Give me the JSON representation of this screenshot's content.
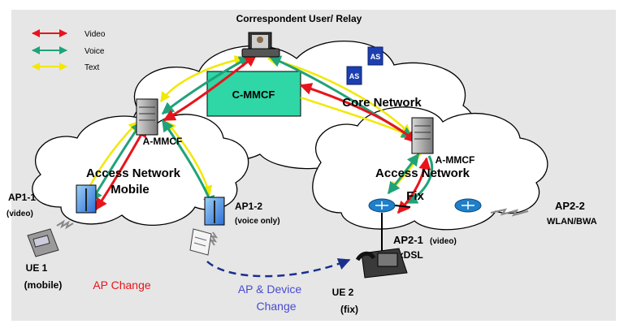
{
  "legend": [
    {
      "label": "Video",
      "color": "#e8141b"
    },
    {
      "label": "Voice",
      "color": "#1fa37a"
    },
    {
      "label": "Text",
      "color": "#f2e800"
    }
  ],
  "labels": {
    "correspondent": "Correspondent User/ Relay",
    "cmmcf": "C-MMCF",
    "core": "Core Network",
    "ammcf_left": "A-MMCF",
    "ammcf_right": "A-MMCF",
    "access_left_1": "Access Network",
    "access_left_2": "Mobile",
    "access_right_1": "Access Network",
    "access_right_2": "Fix",
    "as": "AS",
    "ap11": "AP1-1",
    "ap11_sub": "(video)",
    "ap12": "AP1-2",
    "ap12_sub": "(voice only)",
    "ap21": "AP2-1",
    "ap21_sub": "(video)",
    "ap21_sub2": "xDSL",
    "ap22": "AP2-2",
    "ap22_sub": "WLAN/BWA",
    "ue1": "UE 1",
    "ue1_sub": "(mobile)",
    "ue2": "UE 2",
    "ue2_sub": "(fix)",
    "ap_change": "AP Change",
    "ap_device_change_1": "AP & Device",
    "ap_device_change_2": "Change"
  },
  "colors": {
    "background": "#e6e6e6",
    "cloud": "#ffffff",
    "cmmcf_box": "#2fd6a6",
    "video": "#e8141b",
    "voice": "#1fa37a",
    "text": "#f2e800",
    "ap_change": "#e8141b",
    "device_change": "#4a4ad0",
    "dashed_path": "#1a2f8c"
  }
}
